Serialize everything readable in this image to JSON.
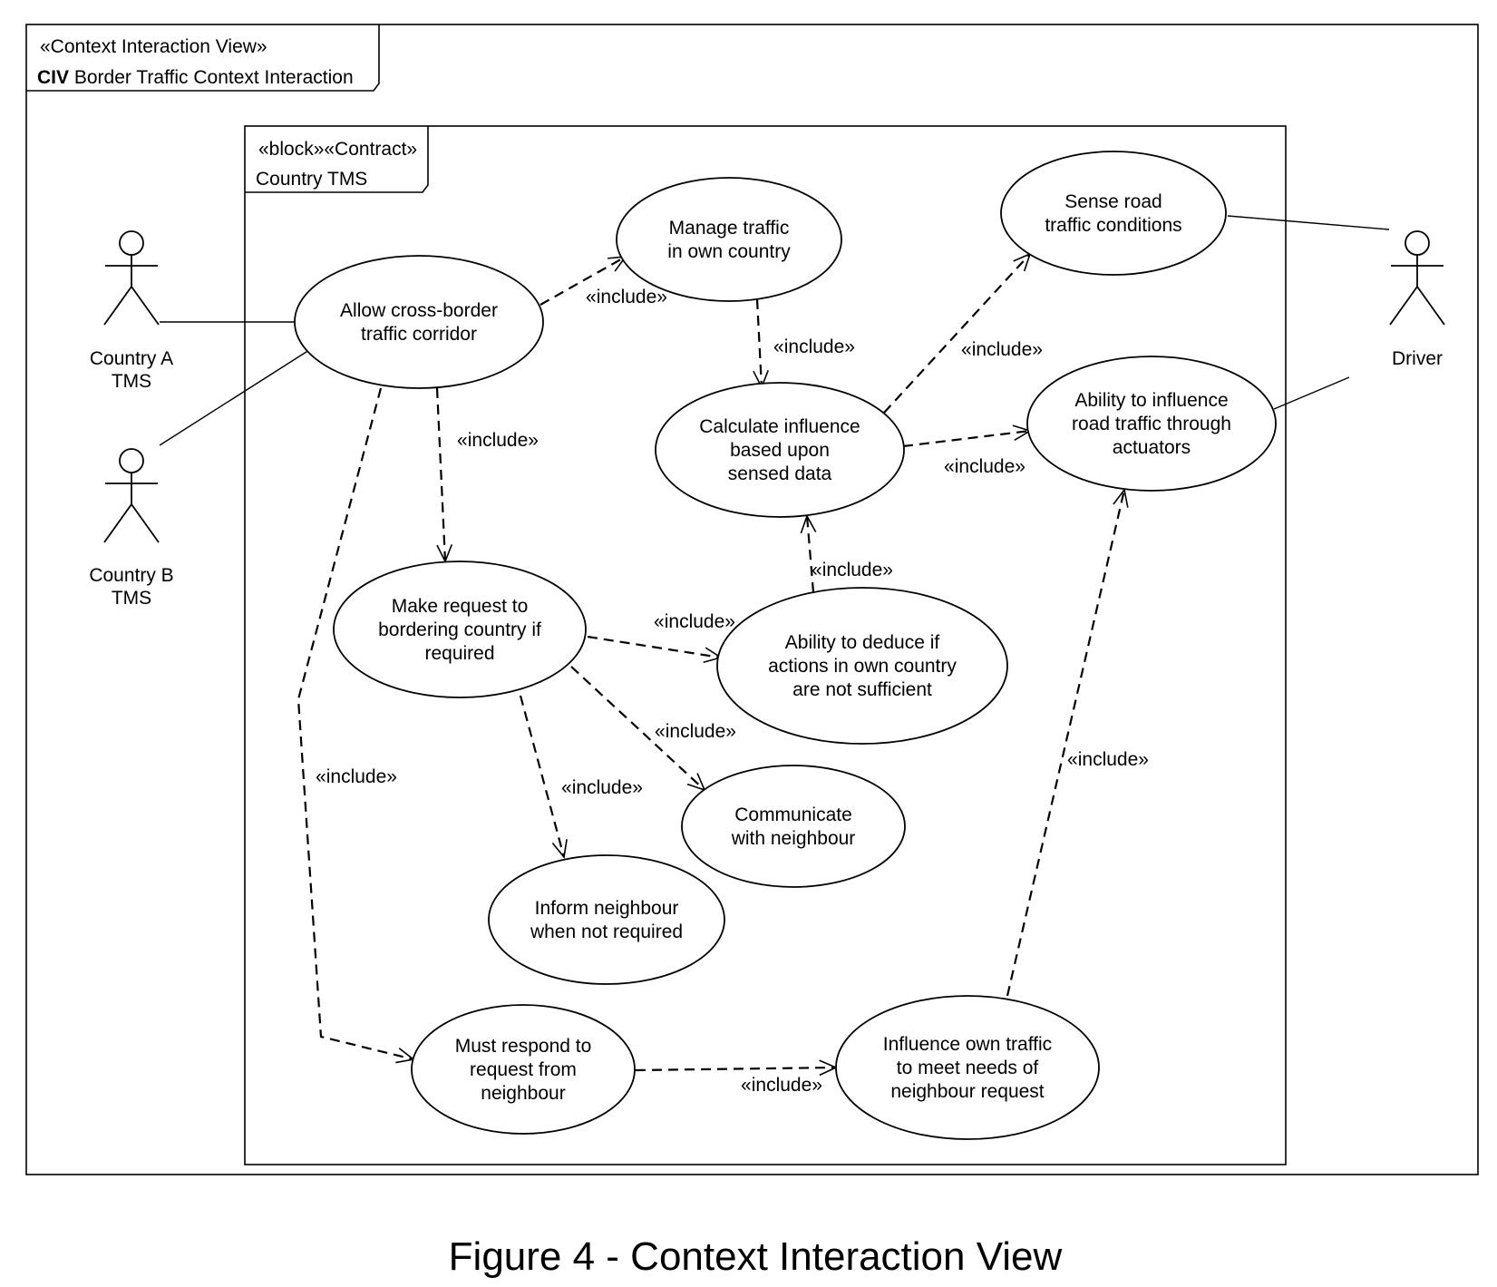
{
  "diagram": {
    "frame": {
      "stereotype": "«Context Interaction View»",
      "kind": "CIV",
      "name": "Border Traffic Context Interaction"
    },
    "block": {
      "stereotype": "«block»«Contract»",
      "name": "Country TMS"
    },
    "actors": [
      {
        "id": "country_a",
        "lines": [
          "Country A",
          "TMS"
        ]
      },
      {
        "id": "country_b",
        "lines": [
          "Country B",
          "TMS"
        ]
      },
      {
        "id": "driver",
        "lines": [
          "Driver"
        ]
      }
    ],
    "use_cases": [
      {
        "id": "allow",
        "lines": [
          "Allow cross-border",
          "traffic corridor"
        ]
      },
      {
        "id": "manage",
        "lines": [
          "Manage traffic",
          "in own country"
        ]
      },
      {
        "id": "sense",
        "lines": [
          "Sense road",
          "traffic conditions"
        ]
      },
      {
        "id": "calc",
        "lines": [
          "Calculate influence",
          "based upon",
          "sensed data"
        ]
      },
      {
        "id": "ability_influence",
        "lines": [
          "Ability to influence",
          "road traffic through",
          "actuators"
        ]
      },
      {
        "id": "make_request",
        "lines": [
          "Make request to",
          "bordering country if",
          "required"
        ]
      },
      {
        "id": "deduce",
        "lines": [
          "Ability to deduce if",
          "actions in own country",
          "are not sufficient"
        ]
      },
      {
        "id": "communicate",
        "lines": [
          "Communicate",
          "with neighbour"
        ]
      },
      {
        "id": "inform",
        "lines": [
          "Inform neighbour",
          "when not required"
        ]
      },
      {
        "id": "respond",
        "lines": [
          "Must respond to",
          "request from",
          "neighbour"
        ]
      },
      {
        "id": "influence_own",
        "lines": [
          "Influence own traffic",
          "to meet needs of",
          "neighbour request"
        ]
      }
    ],
    "associations": [
      {
        "actor": "country_a",
        "use_case": "allow"
      },
      {
        "actor": "country_b",
        "use_case": "allow"
      },
      {
        "actor": "driver",
        "use_case": "sense"
      },
      {
        "actor": "driver",
        "use_case": "ability_influence"
      }
    ],
    "include_label": "«include»",
    "includes": [
      {
        "from": "allow",
        "to": "manage"
      },
      {
        "from": "manage",
        "to": "calc"
      },
      {
        "from": "calc",
        "to": "sense"
      },
      {
        "from": "calc",
        "to": "ability_influence"
      },
      {
        "from": "allow",
        "to": "make_request"
      },
      {
        "from": "deduce",
        "to": "calc"
      },
      {
        "from": "make_request",
        "to": "deduce"
      },
      {
        "from": "make_request",
        "to": "communicate"
      },
      {
        "from": "make_request",
        "to": "inform"
      },
      {
        "from": "allow",
        "to": "respond"
      },
      {
        "from": "respond",
        "to": "influence_own"
      },
      {
        "from": "influence_own",
        "to": "ability_influence"
      }
    ]
  },
  "caption": "Figure 4 - Context Interaction View"
}
